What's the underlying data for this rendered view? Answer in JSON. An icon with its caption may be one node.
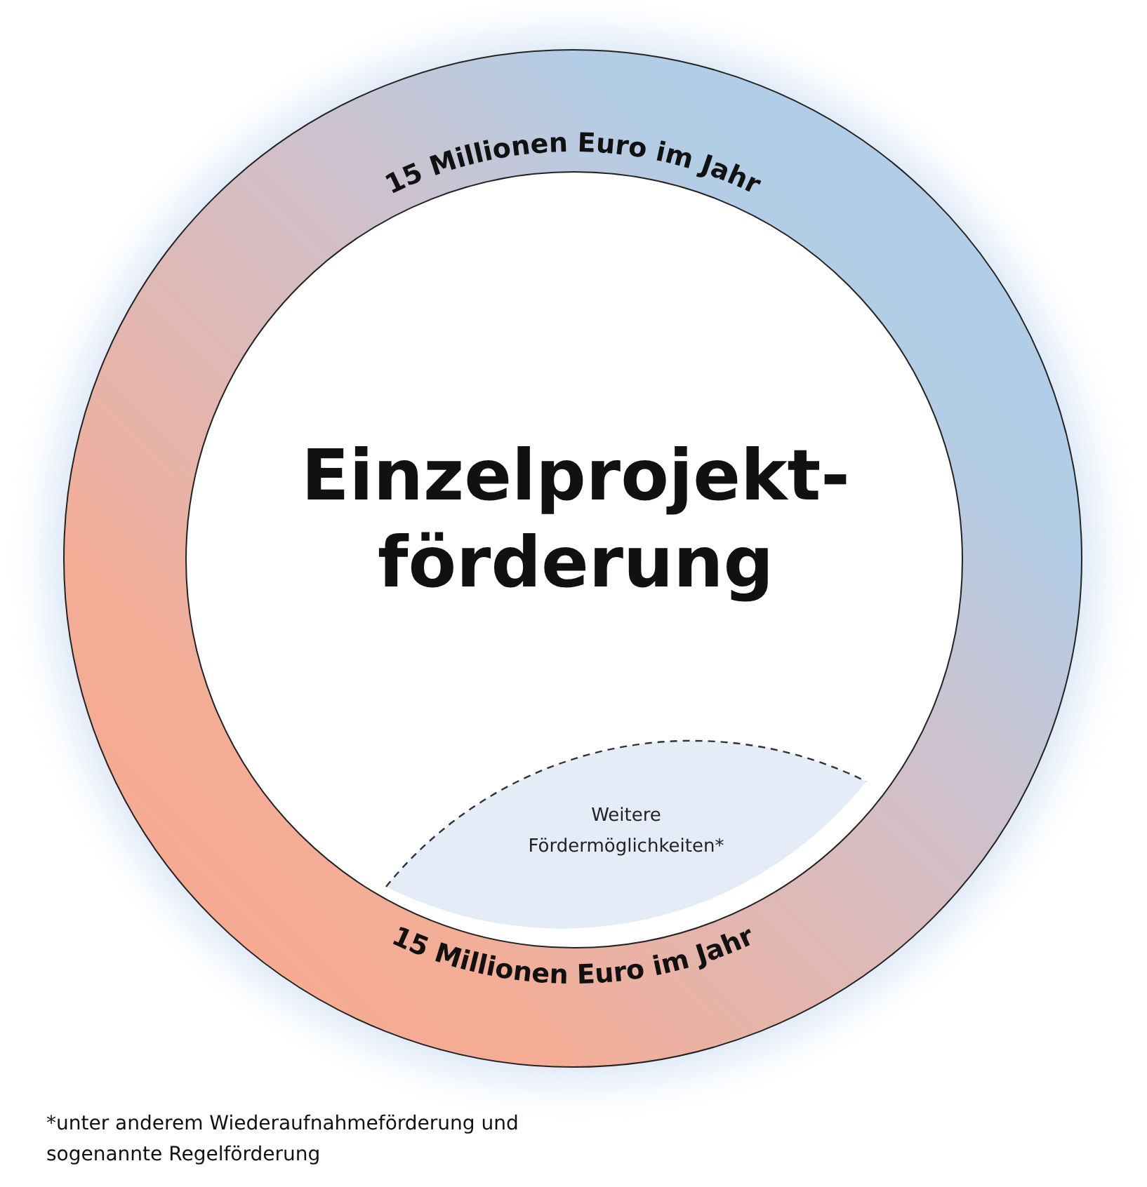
{
  "diagram": {
    "nodes": [
      {
        "text": [
          "15 Millionen Euro im Jahr",
          "15 Millionen Euro im Jahr"
        ]
      },
      {
        "text": [
          "Einzelprojekt-förderung"
        ],
        "in": 0
      },
      {
        "text": [
          "Weitere Fördermöglichkeiten*"
        ],
        "in": 1
      }
    ],
    "edges": [],
    "labels": [
      "*unter anderem Wiederaufnahmeförderung und sogenannte Regelförderung"
    ]
  }
}
